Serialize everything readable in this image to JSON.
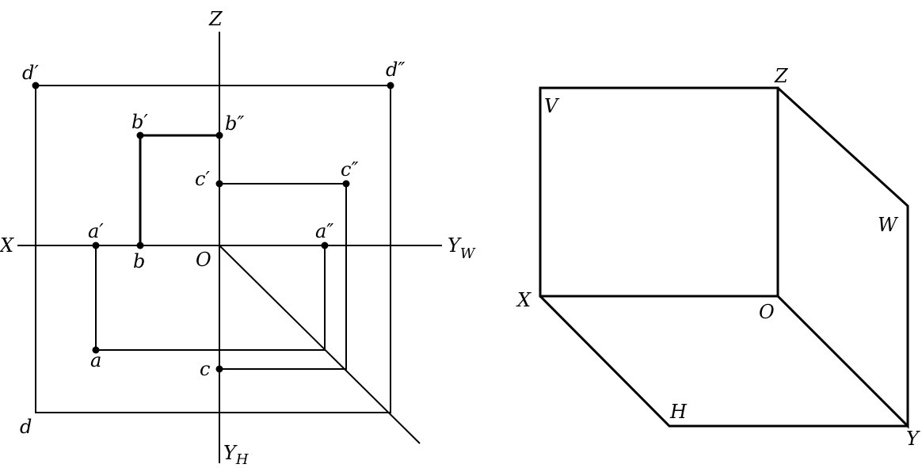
{
  "colors": {
    "ink": "#000000",
    "paper": "#ffffff"
  },
  "left_diagram": {
    "axes": {
      "Z": "Z",
      "X": "X",
      "YW": "Y",
      "YW_sub": "W",
      "YH": "Y",
      "YH_sub": "H",
      "O": "O"
    },
    "points": {
      "d_front": "d′",
      "d_side": "d″",
      "d_top": "d",
      "b_front": "b′",
      "b_side": "b″",
      "b_top": "b",
      "c_front": "c′",
      "c_side": "c″",
      "c_top": "c",
      "a_front": "a′",
      "a_side": "a″",
      "a_top": "a"
    }
  },
  "right_diagram": {
    "labels": {
      "Z": "Z",
      "V": "V",
      "W": "W",
      "X": "X",
      "O": "O",
      "H": "H",
      "Y": "Y"
    }
  }
}
